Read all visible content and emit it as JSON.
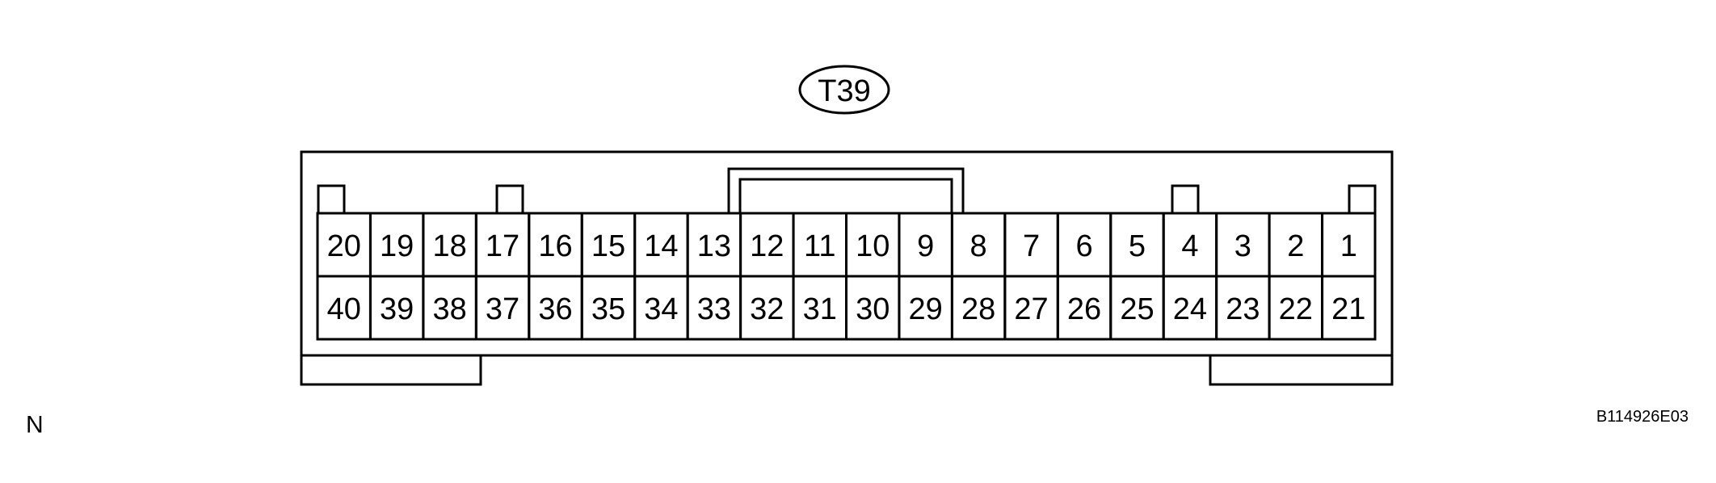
{
  "connector": {
    "label": "T39",
    "pins_top_row": [
      "20",
      "19",
      "18",
      "17",
      "16",
      "15",
      "14",
      "13",
      "12",
      "11",
      "10",
      "9",
      "8",
      "7",
      "6",
      "5",
      "4",
      "3",
      "2",
      "1"
    ],
    "pins_bottom_row": [
      "40",
      "39",
      "38",
      "37",
      "36",
      "35",
      "34",
      "33",
      "32",
      "31",
      "30",
      "29",
      "28",
      "27",
      "26",
      "25",
      "24",
      "23",
      "22",
      "21"
    ]
  },
  "corner_marker": "N",
  "figure_id": "B114926E03"
}
